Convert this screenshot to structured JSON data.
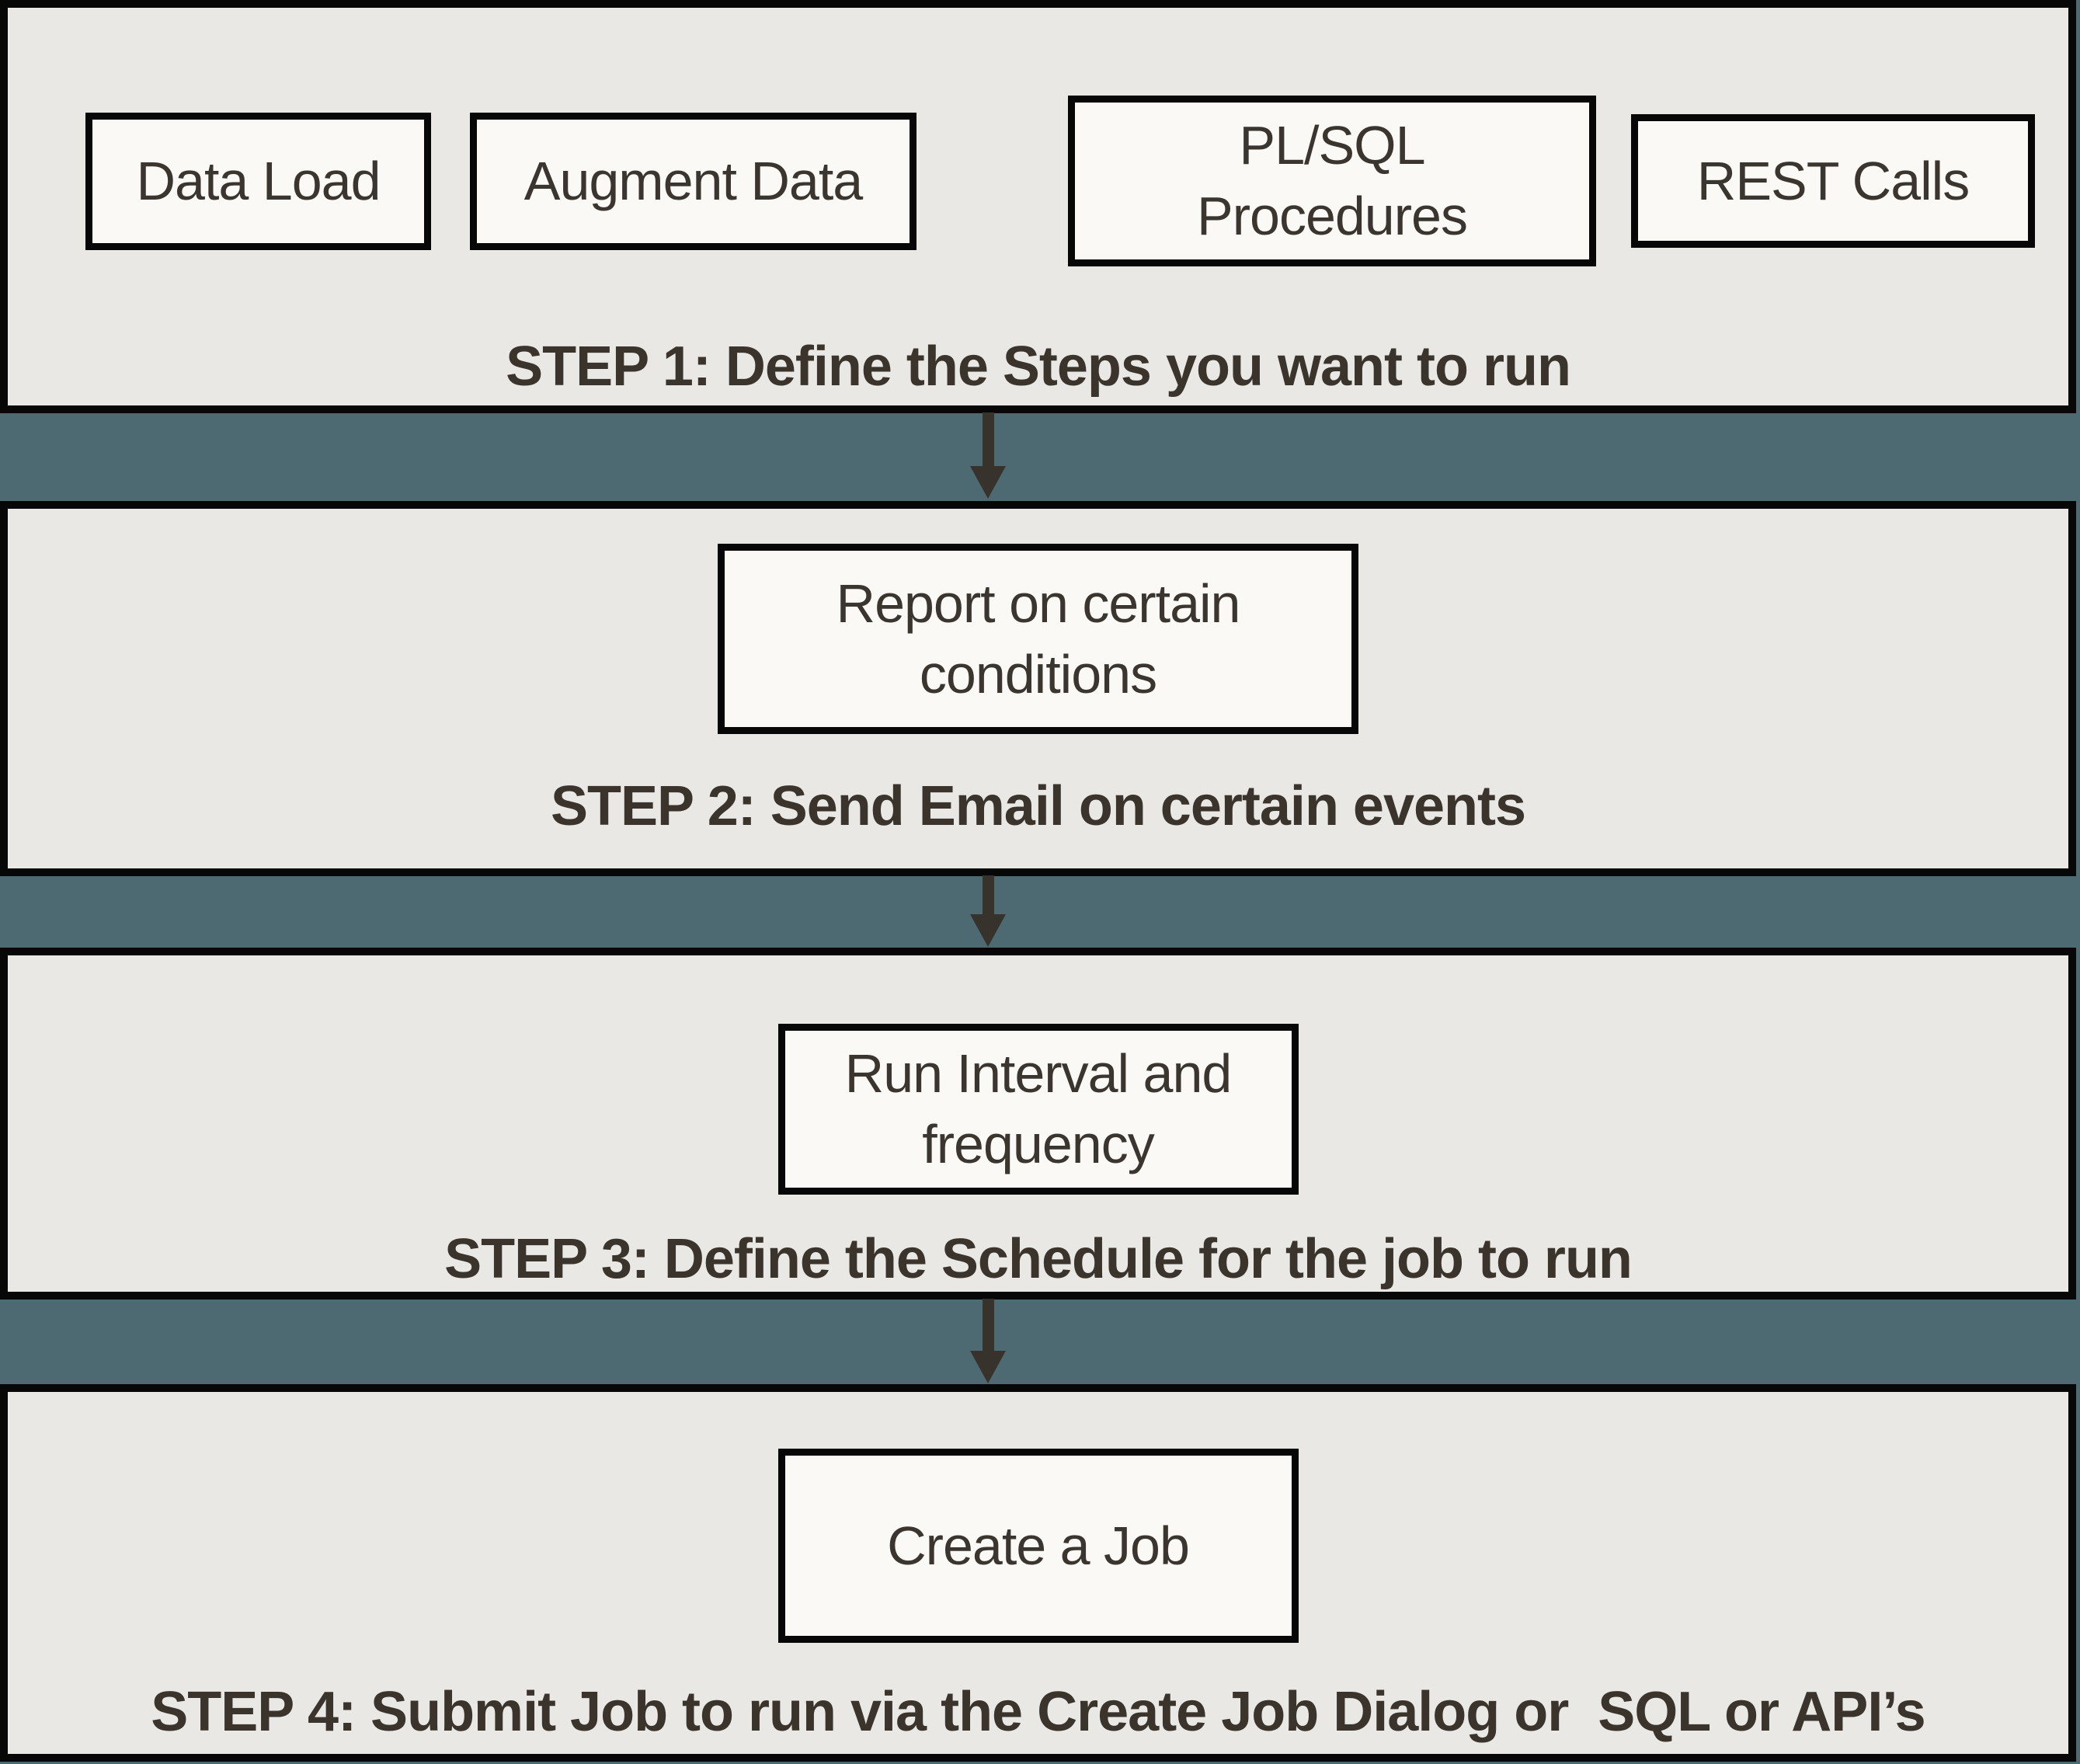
{
  "colors": {
    "background_teal": "#4D6972",
    "section_fill": "#E9E8E5",
    "box_fill": "#FAF9F6",
    "border": "#070707",
    "text": "#3A342D",
    "arrow": "#38322C"
  },
  "sections": [
    {
      "title": "STEP 1: Define the Steps you want to run",
      "boxes": [
        "Data Load",
        "Augment Data",
        "PL/SQL Procedures",
        "REST Calls"
      ]
    },
    {
      "title": "STEP 2: Send Email on certain events",
      "boxes": [
        "Report on certain conditions"
      ]
    },
    {
      "title": "STEP 3: Define the Schedule for the job to run",
      "boxes": [
        "Run Interval and frequency"
      ]
    },
    {
      "title": "STEP 4: Submit Job to run via the Create Job Dialog or  SQL or API’s",
      "boxes": [
        "Create a Job"
      ]
    }
  ]
}
